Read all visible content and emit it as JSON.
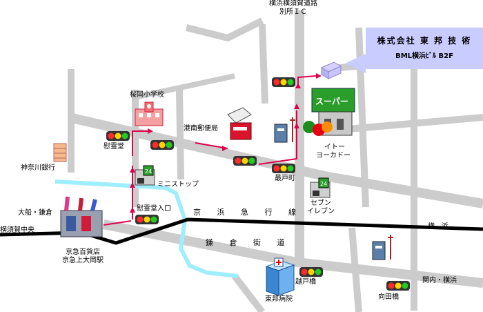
{
  "company": {
    "name": "株式会社 東 邦 技 術",
    "address": "BML横浜ﾋﾞﾙ B2F"
  },
  "labels": {
    "yokohama_yokosuka_ic_line1": "横浜横須賀道路",
    "yokohama_yokosuka_ic_line2": "別所ＩＣ",
    "sakuraoka_school": "桜岡小学校",
    "konan_post_office": "港南郵便局",
    "ireido": "慰霊堂",
    "kanagawa_bank": "神奈川銀行",
    "ministop": "ミニストップ",
    "ireido_entrance": "慰霊堂入口",
    "ofuna_kamakura": "大船・鎌倉",
    "yokosuka_chuo": "横須賀中央",
    "keikyu_dept_line1": "京急百貨店",
    "keikyu_dept_line2": "京急上大岡駅",
    "keikyu_line": "京 浜 急 行 線",
    "kamakura_kaido": "鎌 倉 街 道",
    "yokohama": "横　浜",
    "saido": "最戸町",
    "seven_line1": "セブン",
    "seven_line2": "イレブン",
    "ito_yokado_line1": "イトー",
    "ito_yokado_line2": "ヨーカドー",
    "supermarket_sign": "スーパー",
    "toho_hospital": "東邦病院",
    "koshidobashi": "越戸橋",
    "mukaidabashi": "向田橋",
    "kannai_yokohama": "関内・横浜"
  },
  "colors": {
    "road": "#cccccc",
    "railway": "#000000",
    "river": "#9eeeff",
    "route": "#e0004a",
    "company_box": "#c8ccff",
    "traffic_red": "#ff2a2a",
    "traffic_yellow": "#ffd400",
    "traffic_green": "#22cc22"
  },
  "icons": [
    "traffic-light-icon",
    "school-icon",
    "post-office-icon",
    "bank-building-icon",
    "convenience-store-icon",
    "department-store-icon",
    "supermarket-icon",
    "post-box-icon",
    "hospital-icon",
    "office-building-icon"
  ]
}
